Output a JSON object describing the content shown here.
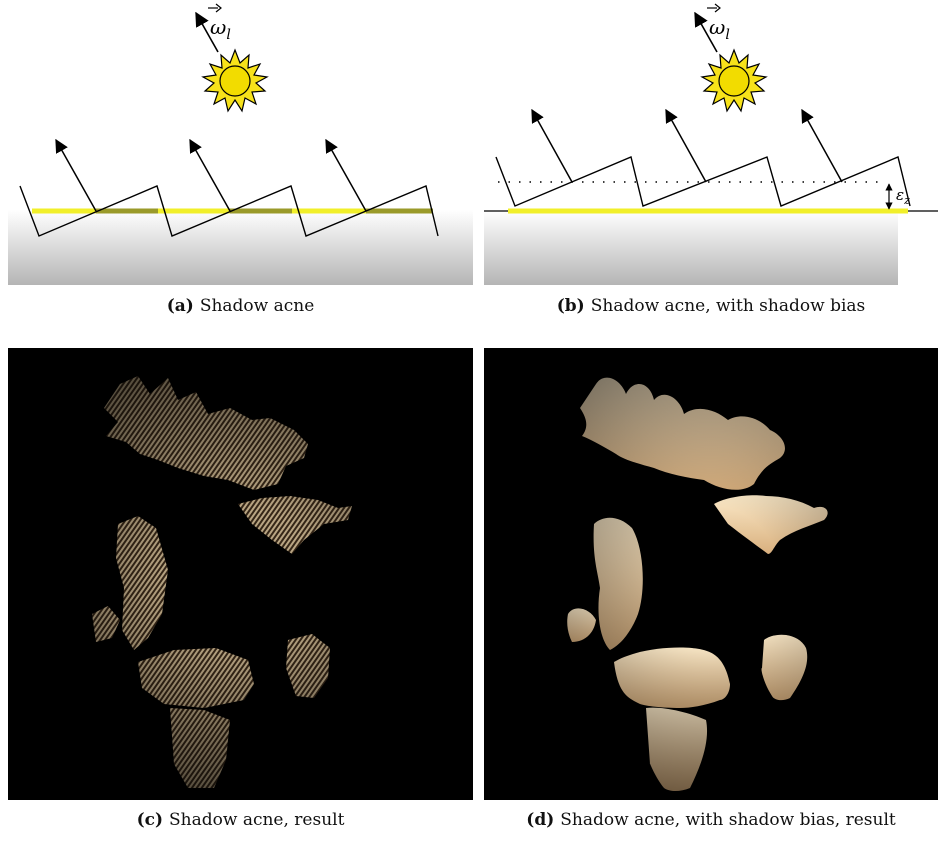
{
  "figure": {
    "panels": [
      {
        "id": "a",
        "tag": "(a)",
        "text": "Shadow acne"
      },
      {
        "id": "b",
        "tag": "(b)",
        "text": "Shadow acne, with shadow bias"
      },
      {
        "id": "c",
        "tag": "(c)",
        "text": "Shadow acne, result"
      },
      {
        "id": "d",
        "tag": "(d)",
        "text": "Shadow acne, with shadow bias, result"
      }
    ],
    "light_label_symbol": "ω",
    "light_label_sub": "l",
    "bias_label_symbol": "ε",
    "bias_label_sub": "z"
  }
}
